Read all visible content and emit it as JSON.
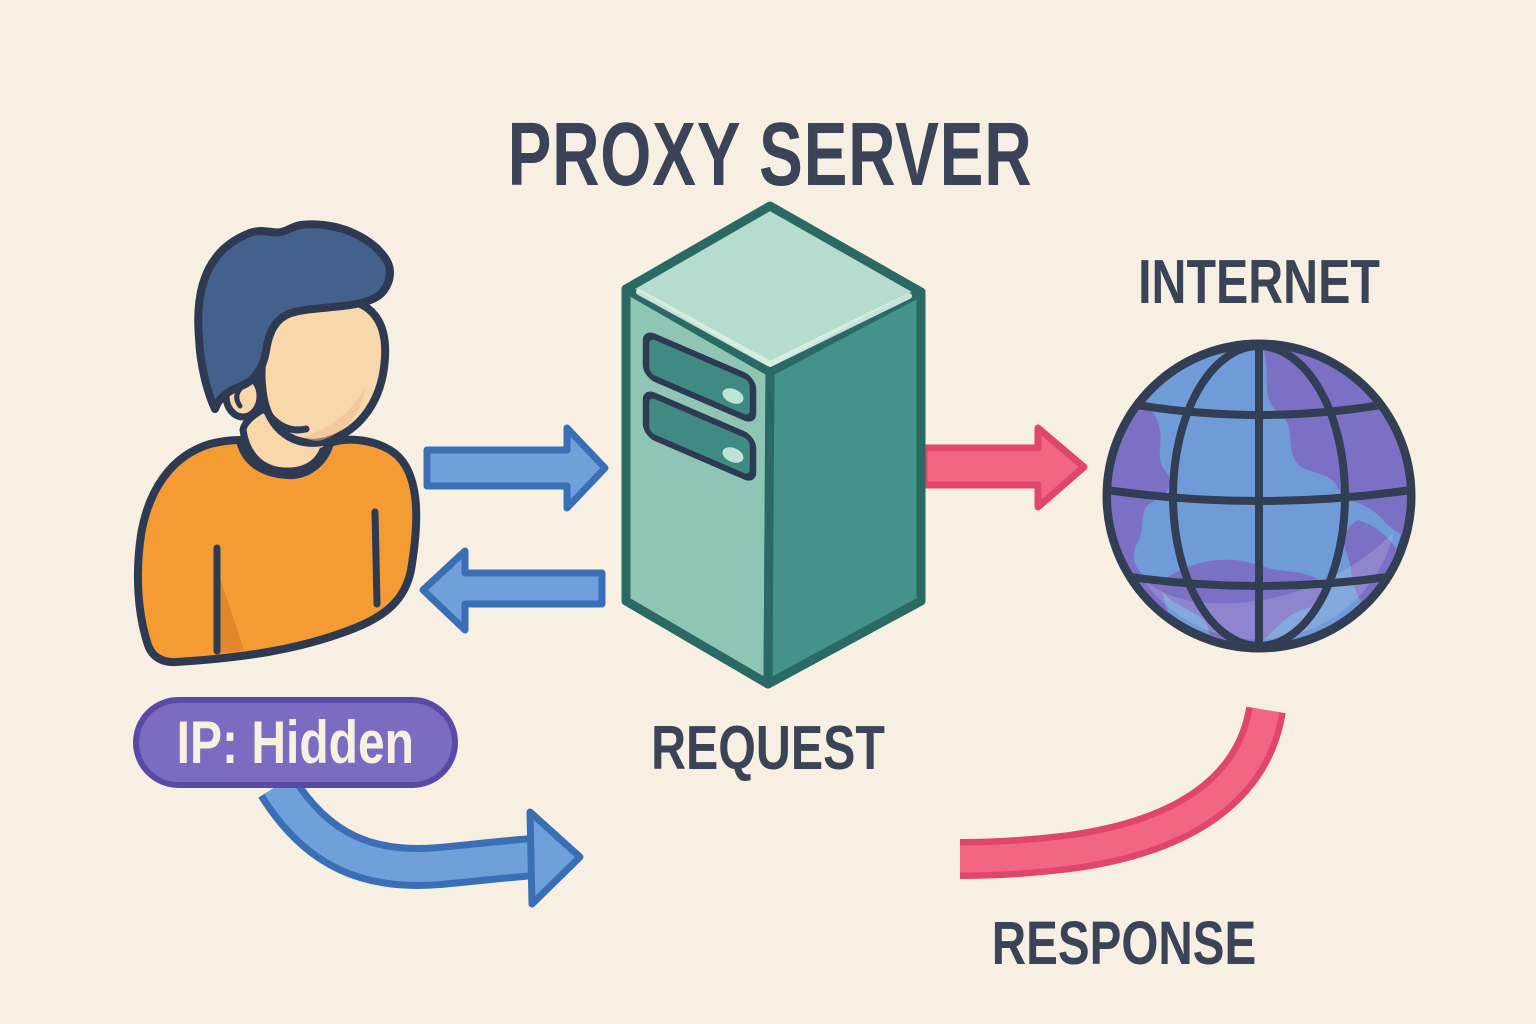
{
  "title": "PROXY SERVER",
  "nodes": {
    "user": {
      "icon": "user-icon",
      "badge_text": "IP: Hidden"
    },
    "proxy": {
      "icon": "server-icon"
    },
    "internet": {
      "icon": "globe-icon",
      "label": "INTERNET"
    }
  },
  "flow_labels": {
    "request": "REQUEST",
    "response": "RESPONSE"
  },
  "colors": {
    "background": "#F7F0E2",
    "ink": "#3A4357",
    "outline": "#2E3A52",
    "user-hair": "#44618E",
    "user-skin": "#F8D8AB",
    "user-skin-shade": "#ECBD92",
    "user-shirt": "#F49C33",
    "user-shirt-shade": "#E2882A",
    "server-outline": "#2B6A64",
    "server-top": "#B5DCCE",
    "server-left": "#8FC5B5",
    "server-right": "#44938A",
    "server-slot": "#3F8B83",
    "server-slot-light": "#BFE4D6",
    "globe-ocean": "#6F9BD9",
    "globe-land": "#7C70C6",
    "globe-grid": "#323E53",
    "badge-fill": "#7B6CC2",
    "badge-border": "#5A4AA6",
    "badge-text": "#F8F1E1",
    "arrow-blue": "#6FA0DB",
    "arrow-blue-border": "#3B6FB5",
    "arrow-pink": "#F26583",
    "arrow-pink-border": "#E0456B"
  }
}
